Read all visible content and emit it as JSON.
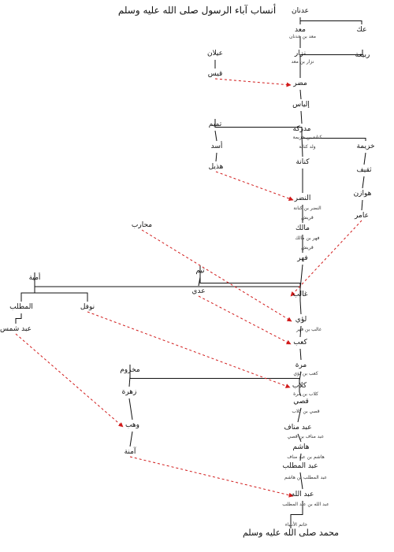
{
  "diagram": {
    "title": "أنساب آباء الرسول صلى الله عليه وسلم",
    "line_color": "#111111",
    "arrow_color": "#d11a1a",
    "nodes": [
      {
        "id": "adnan",
        "label": "عدنان"
      },
      {
        "id": "akk",
        "label": "عك"
      },
      {
        "id": "maad",
        "label": "معد"
      },
      {
        "id": "nizar",
        "label": "نزار"
      },
      {
        "id": "mudar",
        "label": "مضر"
      },
      {
        "id": "rabia",
        "label": "ربيعة"
      },
      {
        "id": "aylan",
        "label": "عيلان"
      },
      {
        "id": "ilyas",
        "label": "إلياس"
      },
      {
        "id": "mudrika",
        "label": "مدركة"
      },
      {
        "id": "khuzayma",
        "label": "خزيمة"
      },
      {
        "id": "kinana",
        "label": "كنانة"
      },
      {
        "id": "nadr",
        "label": "النضر"
      },
      {
        "id": "malik",
        "label": "مالك"
      },
      {
        "id": "fihr",
        "label": "فهر"
      },
      {
        "id": "ghalib",
        "label": "غالب"
      },
      {
        "id": "luayy",
        "label": "لؤي"
      },
      {
        "id": "kab",
        "label": "كعب"
      },
      {
        "id": "murra",
        "label": "مرة"
      },
      {
        "id": "kilab",
        "label": "كلاب"
      },
      {
        "id": "qusayy",
        "label": "قصي"
      },
      {
        "id": "abdmanaf",
        "label": "عبد مناف"
      },
      {
        "id": "hashim",
        "label": "هاشم"
      },
      {
        "id": "abdulmuttalib",
        "label": "عبد المطلب"
      },
      {
        "id": "abdullah",
        "label": "عبد الله"
      },
      {
        "id": "prophet",
        "label": "محمد صلى الله عليه وسلم"
      },
      {
        "id": "hudhayl",
        "label": "هذيل"
      },
      {
        "id": "tamim",
        "label": "تميم"
      },
      {
        "id": "asad",
        "label": "أسد"
      },
      {
        "id": "qays",
        "label": "قيس"
      },
      {
        "id": "hawazin",
        "label": "هوازن"
      },
      {
        "id": "thaqif",
        "label": "ثقيف"
      },
      {
        "id": "amir",
        "label": "عامر"
      },
      {
        "id": "muharib",
        "label": "محارب"
      },
      {
        "id": "taym",
        "label": "تيم"
      },
      {
        "id": "adi",
        "label": "عدي"
      },
      {
        "id": "makhzum",
        "label": "مخزوم"
      },
      {
        "id": "zuhra",
        "label": "زهرة"
      },
      {
        "id": "wahb",
        "label": "وهب"
      },
      {
        "id": "amina",
        "label": "آمنة"
      },
      {
        "id": "umayya",
        "label": "أمية"
      },
      {
        "id": "nawfal",
        "label": "نوفل"
      },
      {
        "id": "abdshams",
        "label": "عبد شمس"
      },
      {
        "id": "muttalib",
        "label": "المطلب"
      }
    ],
    "notes": [
      {
        "id": "n-maad",
        "text": "معد بن عدنان"
      },
      {
        "id": "n-nizar",
        "text": "نزار بن معد"
      },
      {
        "id": "n-kinana1",
        "text": "كنانة بن خزيمة"
      },
      {
        "id": "n-kinana2",
        "text": "ولد كنانة"
      },
      {
        "id": "n-nadr1",
        "text": "النضر بن كنانة"
      },
      {
        "id": "n-nadr2",
        "text": "قريش"
      },
      {
        "id": "n-fihr1",
        "text": "فهر بن مالك"
      },
      {
        "id": "n-fihr2",
        "text": "قريش"
      },
      {
        "id": "n-ghalib",
        "text": "غالب بن فهر"
      },
      {
        "id": "n-kab",
        "text": "كعب بن لؤي"
      },
      {
        "id": "n-kilab",
        "text": "كلاب بن مرة"
      },
      {
        "id": "n-qusayy",
        "text": "قصي بن كلاب"
      },
      {
        "id": "n-abdmanaf",
        "text": "عبد مناف بن قصي"
      },
      {
        "id": "n-hashim",
        "text": "هاشم بن عبد مناف"
      },
      {
        "id": "n-abdulmuttalib",
        "text": "عبد المطلب بن هاشم"
      },
      {
        "id": "n-abdullah",
        "text": "عبد الله بن عبد المطلب"
      },
      {
        "id": "n-end",
        "text": "خاتم الأنبياء"
      }
    ]
  }
}
